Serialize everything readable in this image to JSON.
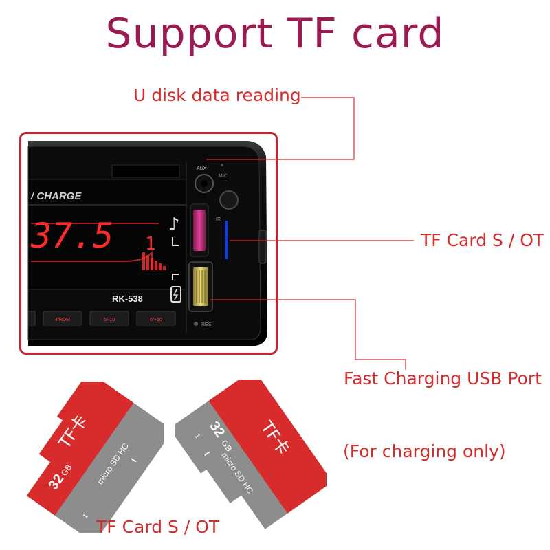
{
  "title": "Support TF card",
  "callouts": {
    "u_disk": "U disk data reading",
    "tf_slot": "TF Card S / OT",
    "usb_port": "Fast Charging USB Port",
    "charging_note": "(For charging only)"
  },
  "bottom_label": "TF Card S / OT",
  "device": {
    "display_label": "/ CHARGE",
    "model": "RK-538",
    "frequency_digits": "37.5",
    "channel_digit": "1",
    "aux_label": "AUX",
    "mic_label": "MIC",
    "ir_label": "IR",
    "res_label": "RES",
    "buttons": [
      "4/RDM",
      "5/-10",
      "6/+10"
    ]
  },
  "cards": [
    {
      "brand": "TF卡",
      "capacity": "32",
      "unit": "GB",
      "logo": "micro SD HC",
      "class": "I",
      "class_mark": "1"
    },
    {
      "brand": "TF卡",
      "capacity": "32",
      "unit": "GB",
      "logo": "micro SD HC",
      "class": "I",
      "class_mark": "1"
    }
  ],
  "colors": {
    "title": "#9b1a52",
    "callout_text": "#d62b2b",
    "frame_border": "#c8202f",
    "card_red": "#d82b2b",
    "card_gray": "#8d8d8d",
    "display_red": "#ff2a2a"
  }
}
